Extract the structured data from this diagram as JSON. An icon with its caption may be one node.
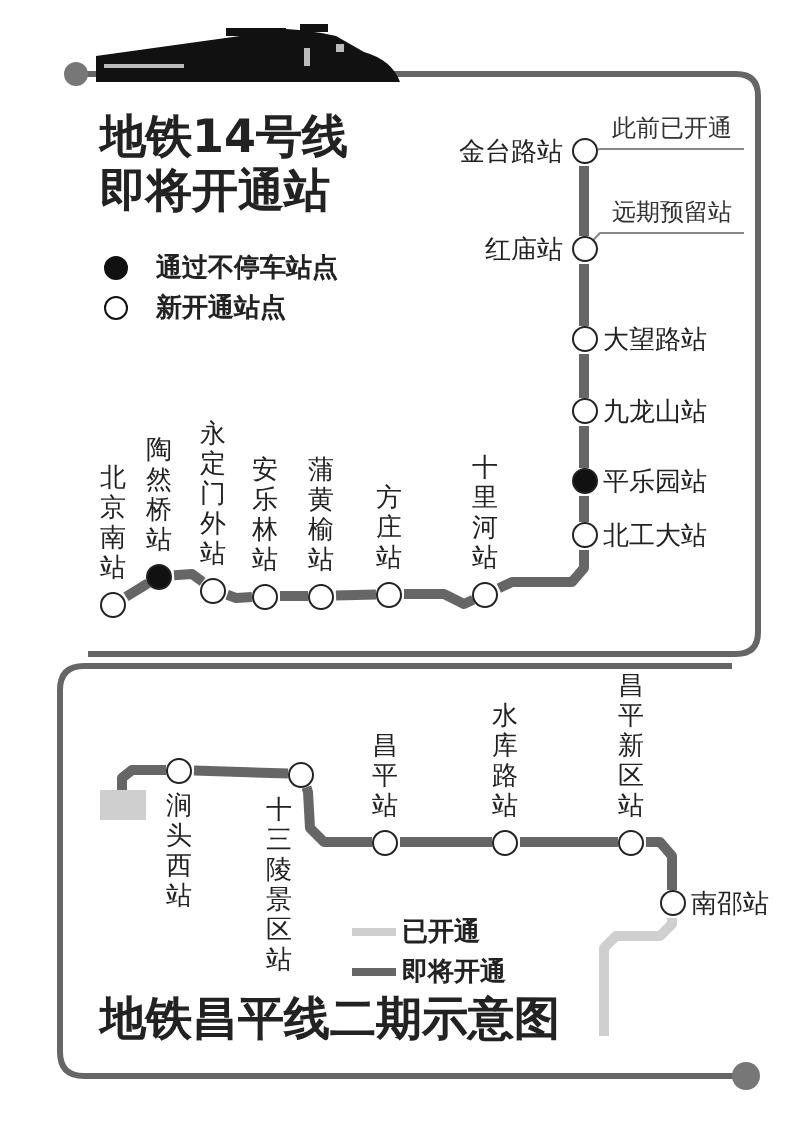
{
  "diagram": {
    "title": "地铁14号线即将开通站",
    "caption": "地铁昌平线二期示意图",
    "nodes": [
      {
        "text": [
          "金台路站"
        ]
      },
      {
        "text": [
          "红庙站"
        ]
      },
      {
        "text": [
          "大望路站"
        ]
      },
      {
        "text": [
          "九龙山站"
        ]
      },
      {
        "text": [
          "平乐园站"
        ]
      },
      {
        "text": [
          "北工大站"
        ]
      },
      {
        "text": [
          "十里河站"
        ]
      },
      {
        "text": [
          "方庄站"
        ]
      },
      {
        "text": [
          "蒲黄榆站"
        ]
      },
      {
        "text": [
          "安乐林站"
        ]
      },
      {
        "text": [
          "永定门外站"
        ]
      },
      {
        "text": [
          "陶然桥站"
        ]
      },
      {
        "text": [
          "北京南站"
        ]
      },
      {
        "text": [
          "此前已开通"
        ]
      },
      {
        "text": [
          "远期预留站"
        ]
      },
      {
        "text": [],
        "shape": "box"
      },
      {
        "text": [
          "涧头西站"
        ]
      },
      {
        "text": [
          "十三陵景区站"
        ]
      },
      {
        "text": [
          "昌平站"
        ]
      },
      {
        "text": [
          "水库路站"
        ]
      },
      {
        "text": [
          "昌平新区站"
        ]
      },
      {
        "text": [
          "南邵站"
        ]
      }
    ],
    "edges": [
      {
        "from": 0,
        "to": 1,
        "arrow": "none"
      },
      {
        "from": 1,
        "to": 2,
        "arrow": "none"
      },
      {
        "from": 2,
        "to": 3,
        "arrow": "none"
      },
      {
        "from": 3,
        "to": 4,
        "arrow": "none"
      },
      {
        "from": 4,
        "to": 5,
        "arrow": "none"
      },
      {
        "from": 5,
        "to": 6,
        "arrow": "none"
      },
      {
        "from": 6,
        "to": 7,
        "arrow": "none"
      },
      {
        "from": 7,
        "to": 8,
        "arrow": "none"
      },
      {
        "from": 8,
        "to": 9,
        "arrow": "none"
      },
      {
        "from": 9,
        "to": 10,
        "arrow": "none"
      },
      {
        "from": 10,
        "to": 11,
        "arrow": "none"
      },
      {
        "from": 11,
        "to": 12,
        "arrow": "none"
      },
      {
        "from": 13,
        "to": 0,
        "arrow": "none"
      },
      {
        "from": 14,
        "to": 1,
        "arrow": "none"
      },
      {
        "from": 15,
        "to": 16,
        "arrow": "none"
      },
      {
        "from": 16,
        "to": 17,
        "arrow": "none"
      },
      {
        "from": 17,
        "to": 18,
        "arrow": "none"
      },
      {
        "from": 18,
        "to": 19,
        "arrow": "none"
      },
      {
        "from": 19,
        "to": 20,
        "arrow": "none"
      },
      {
        "from": 20,
        "to": 21,
        "arrow": "none"
      },
      {
        "from": 21,
        "to": null,
        "arrow": "none",
        "color": "#cfcfcf"
      }
    ],
    "legend": [
      {
        "text": "通过不停车站点"
      },
      {
        "text": "新开通站点"
      },
      {
        "text": "已开通"
      },
      {
        "text": "即将开通"
      }
    ]
  }
}
